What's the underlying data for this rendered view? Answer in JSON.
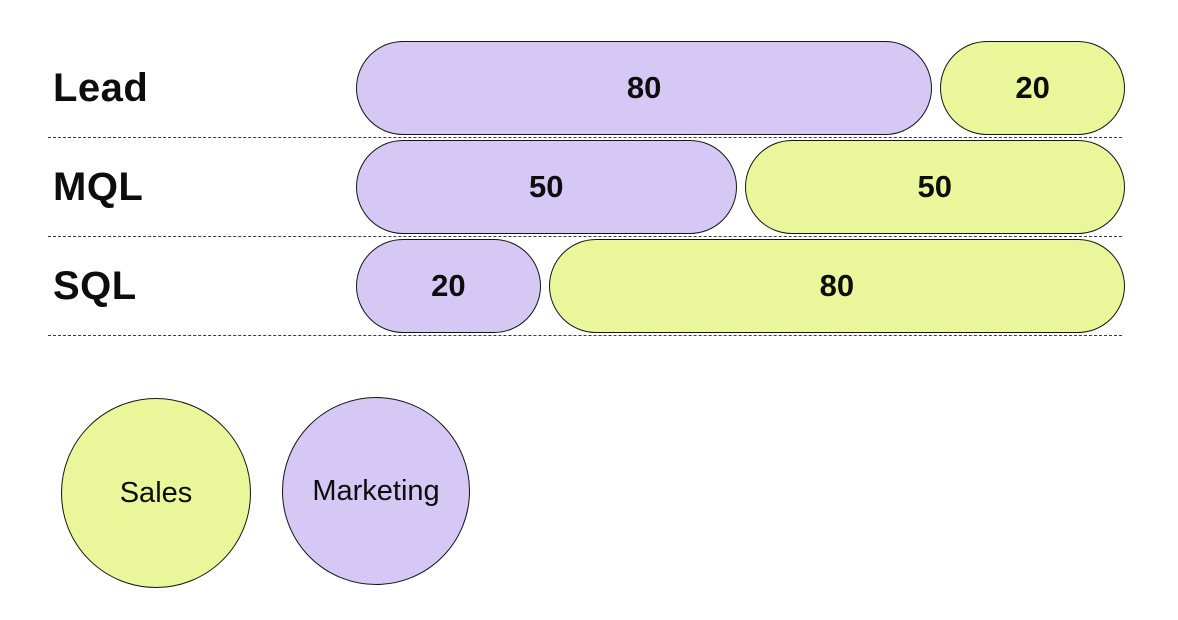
{
  "chart_data": {
    "type": "bar",
    "variant": "horizontal_stacked_pills",
    "categories": [
      "Lead",
      "MQL",
      "SQL"
    ],
    "series": [
      {
        "name": "Marketing",
        "color": "#D6C8F5",
        "values": [
          80,
          50,
          20
        ]
      },
      {
        "name": "Sales",
        "color": "#E9F79A",
        "values": [
          20,
          50,
          80
        ]
      }
    ],
    "xlim": [
      0,
      100
    ],
    "title": "",
    "xlabel": "",
    "ylabel": "",
    "grid": "dashed horizontal row separators, left side only",
    "legend_position": "bottom-left",
    "data_labels": true
  },
  "rows": [
    {
      "label": "Lead",
      "segments": [
        {
          "series": "Marketing",
          "value": 80,
          "label": "80",
          "color": "#D6C8F5"
        },
        {
          "series": "Sales",
          "value": 20,
          "label": "20",
          "color": "#E9F79A"
        }
      ]
    },
    {
      "label": "MQL",
      "segments": [
        {
          "series": "Marketing",
          "value": 50,
          "label": "50",
          "color": "#D6C8F5"
        },
        {
          "series": "Sales",
          "value": 50,
          "label": "50",
          "color": "#E9F79A"
        }
      ]
    },
    {
      "label": "SQL",
      "segments": [
        {
          "series": "Marketing",
          "value": 20,
          "label": "20",
          "color": "#D6C8F5"
        },
        {
          "series": "Sales",
          "value": 80,
          "label": "80",
          "color": "#E9F79A"
        }
      ]
    }
  ],
  "legend": {
    "items": [
      {
        "label": "Sales",
        "color": "#E9F79A"
      },
      {
        "label": "Marketing",
        "color": "#D6C8F5"
      }
    ]
  },
  "colors": {
    "background": "#FFFFFF",
    "marketing": "#D6C8F5",
    "sales": "#E9F79A",
    "outline": "#151515",
    "text": "#0D0D0D",
    "separator": "#3A3A3A"
  }
}
